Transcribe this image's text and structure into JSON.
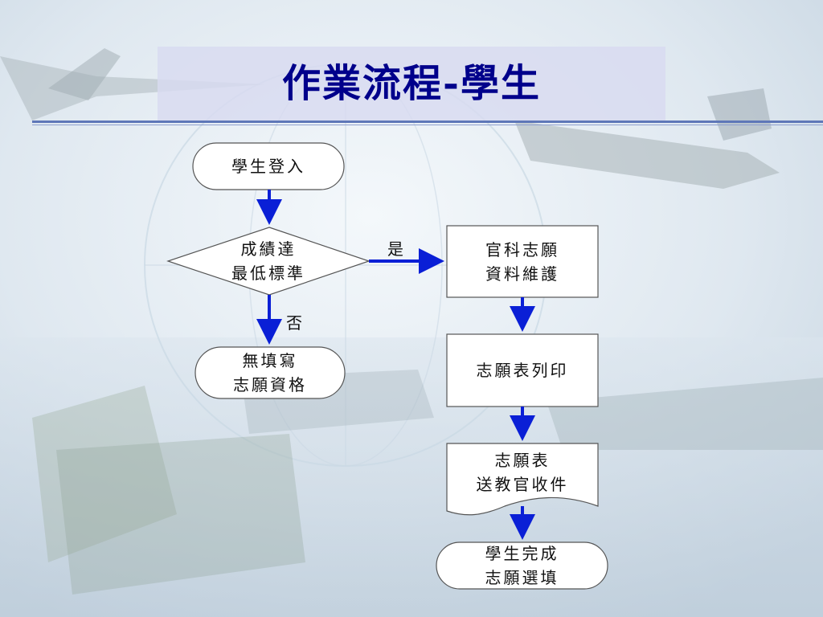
{
  "slide": {
    "title": "作業流程-學生"
  },
  "flowchart": {
    "nodes": {
      "login": "學生登入",
      "decision": "成績達\n最低標準",
      "no_eligibility": "無填寫\n志願資格",
      "maintain": "官科志願\n資料維護",
      "print": "志願表列印",
      "submit": "志願表\n送教官收件",
      "done": "學生完成\n志願選填"
    },
    "edges": {
      "yes": "是",
      "no": "否"
    }
  },
  "colors": {
    "title": "#00008b",
    "arrow": "#0a1fd6",
    "node_border": "#555555",
    "node_fill": "#ffffff"
  }
}
